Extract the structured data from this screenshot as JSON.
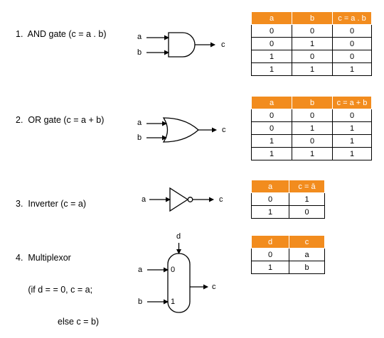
{
  "sections": [
    {
      "title_lines": [
        "1.  AND gate (c = a . b)"
      ],
      "gate_labels": {
        "a": "a",
        "b": "b",
        "c": "c"
      },
      "table": {
        "headers": [
          "a",
          "b",
          "c = a . b"
        ],
        "rows": [
          [
            "0",
            "0",
            "0"
          ],
          [
            "0",
            "1",
            "0"
          ],
          [
            "1",
            "0",
            "0"
          ],
          [
            "1",
            "1",
            "1"
          ]
        ]
      }
    },
    {
      "title_lines": [
        "2.  OR gate (c = a + b)"
      ],
      "gate_labels": {
        "a": "a",
        "b": "b",
        "c": "c"
      },
      "table": {
        "headers": [
          "a",
          "b",
          "c = a + b"
        ],
        "rows": [
          [
            "0",
            "0",
            "0"
          ],
          [
            "0",
            "1",
            "1"
          ],
          [
            "1",
            "0",
            "1"
          ],
          [
            "1",
            "1",
            "1"
          ]
        ]
      }
    },
    {
      "title_lines": [
        "3.  Inverter (c = a)"
      ],
      "gate_labels": {
        "a": "a",
        "c": "c"
      },
      "table": {
        "headers": [
          "a",
          "c = ā"
        ],
        "rows": [
          [
            "0",
            "1"
          ],
          [
            "1",
            "0"
          ]
        ]
      }
    },
    {
      "title_lines": [
        "4.  Multiplexor",
        "     (if d = = 0, c = a;",
        "                 else c = b)"
      ],
      "gate_labels": {
        "a": "a",
        "b": "b",
        "c": "c",
        "d": "d",
        "in0": "0",
        "in1": "1"
      },
      "table": {
        "headers": [
          "d",
          "c"
        ],
        "rows": [
          [
            "0",
            "a"
          ],
          [
            "1",
            "b"
          ]
        ]
      }
    }
  ],
  "colors": {
    "table_header": "#f28c1e",
    "header_text": "#ffffff",
    "line": "#000000"
  }
}
